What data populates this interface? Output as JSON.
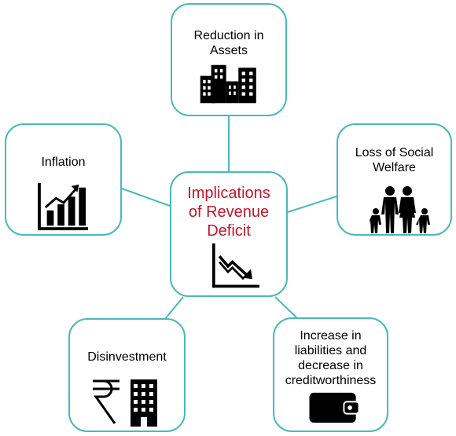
{
  "center": {
    "title": "Implications\nof Revenue\nDeficit",
    "icon": "declining-chart-icon"
  },
  "nodes": [
    {
      "id": "reduction-in-assets",
      "label": "Reduction in\nAssets",
      "icon": "buildings-icon"
    },
    {
      "id": "loss-of-social-welfare",
      "label": "Loss of Social\nWelfare",
      "icon": "family-icon"
    },
    {
      "id": "inflation",
      "label": "Inflation",
      "icon": "rising-chart-icon"
    },
    {
      "id": "disinvestment",
      "label": "Disinvestment",
      "icon": "rupee-building-icon"
    },
    {
      "id": "increase-in-liabilities",
      "label": "Increase in\nliabilities and\ndecrease in\ncreditworthiness",
      "icon": "wallet-icon"
    }
  ],
  "colors": {
    "border": "#4ab8bd",
    "center_title": "#c0172b",
    "icon": "#000000"
  }
}
